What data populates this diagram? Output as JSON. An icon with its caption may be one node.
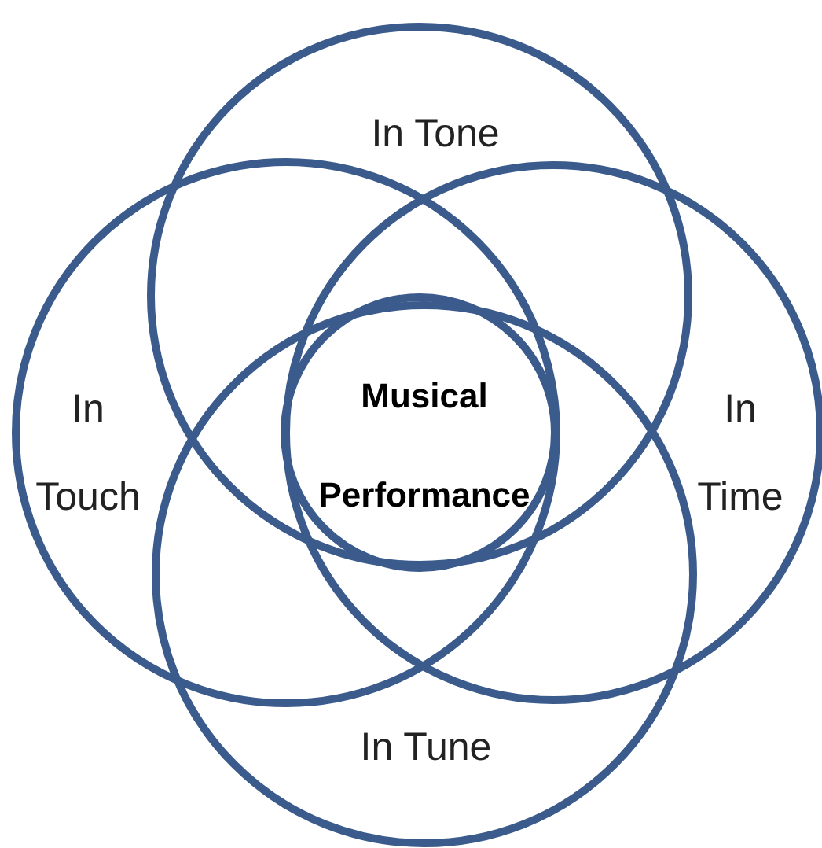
{
  "diagram": {
    "nodes": [
      {
        "text": [
          "In Tone"
        ]
      },
      {
        "text": [
          "In Touch"
        ]
      },
      {
        "text": [
          "In Time"
        ]
      },
      {
        "text": [
          "In Tune"
        ]
      },
      {
        "text": [
          "Musical Performance"
        ]
      }
    ]
  }
}
